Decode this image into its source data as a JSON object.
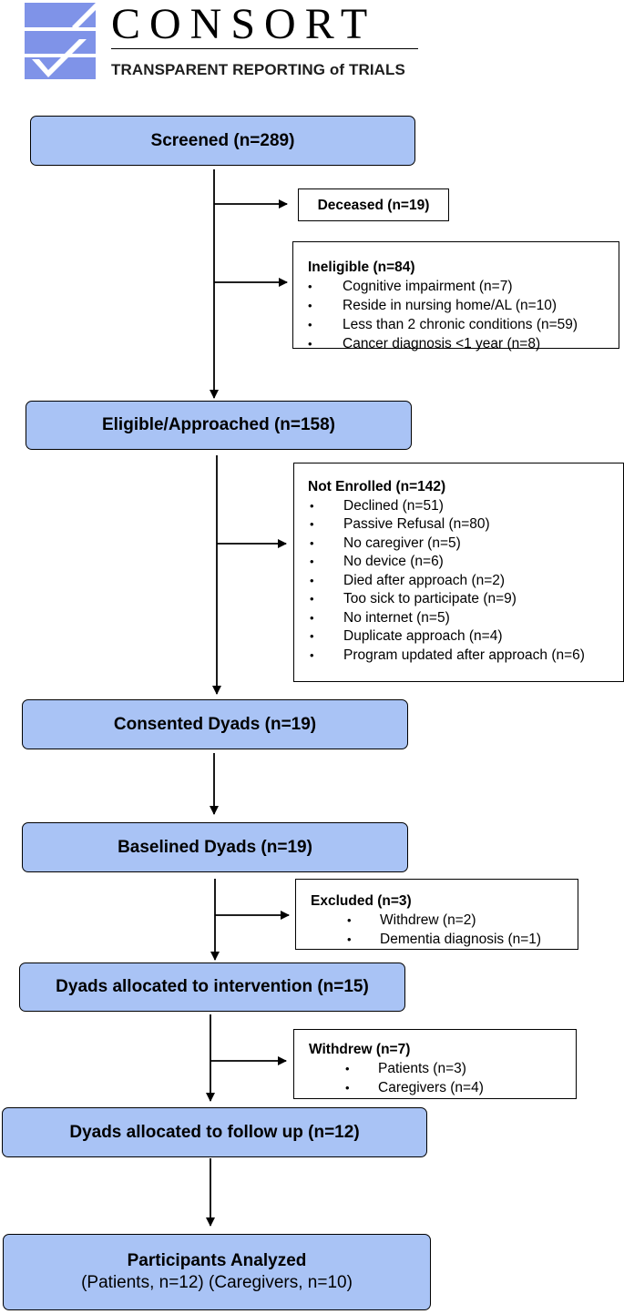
{
  "logo": {
    "title": "CONSORT",
    "subtitle": "TRANSPARENT REPORTING of TRIALS"
  },
  "stages": {
    "screened": "Screened (n=289)",
    "eligible": "Eligible/Approached (n=158)",
    "consented": "Consented Dyads (n=19)",
    "baselined": "Baselined Dyads (n=19)",
    "allocated_intervention": "Dyads allocated to intervention (n=15)",
    "allocated_followup": "Dyads allocated to follow up (n=12)",
    "analyzed_title": "Participants Analyzed",
    "analyzed_sub": "(Patients, n=12) (Caregivers, n=10)"
  },
  "deceased": "Deceased (n=19)",
  "ineligible": {
    "title": "Ineligible (n=84)",
    "items": [
      "Cognitive impairment (n=7)",
      "Reside in nursing home/AL (n=10)",
      "Less than 2 chronic conditions (n=59)",
      "Cancer diagnosis <1 year (n=8)"
    ]
  },
  "not_enrolled": {
    "title": "Not Enrolled (n=142)",
    "items": [
      "Declined (n=51)",
      "Passive Refusal (n=80)",
      "No caregiver (n=5)",
      "No device (n=6)",
      "Died after approach (n=2)",
      "Too sick to participate (n=9)",
      "No internet (n=5)",
      "Duplicate approach (n=4)",
      "Program updated after approach (n=6)"
    ]
  },
  "excluded": {
    "title": "Excluded (n=3)",
    "items": [
      "Withdrew (n=2)",
      "Dementia diagnosis (n=1)"
    ]
  },
  "withdrew": {
    "title": "Withdrew (n=7)",
    "items": [
      "Patients (n=3)",
      "Caregivers (n=4)"
    ]
  },
  "colors": {
    "stage_fill": "#a9c3f5",
    "logo_blue": "#7f93e8"
  },
  "bullet": "•"
}
